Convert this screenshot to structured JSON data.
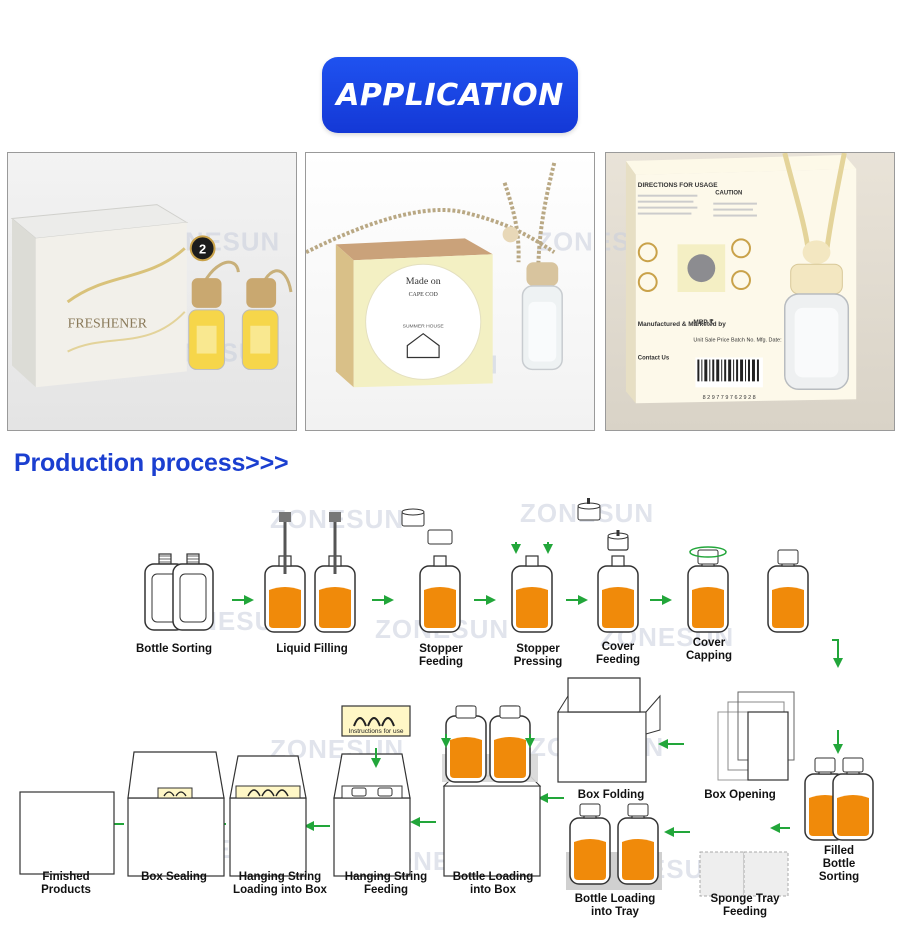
{
  "header": {
    "application_label": "APPLICATION"
  },
  "photos": [
    {
      "box_text": "FRESHENER",
      "badge": "2"
    },
    {
      "label_main": "Made on",
      "label_sub": "CAPE COD",
      "label_house": "SUMMER HOUSE"
    },
    {
      "directions_title": "DIRECTIONS FOR USAGE",
      "caution_title": "CAUTION",
      "manufactured": "Manufactured &\nMarketed by",
      "mrp": "MRP ₹",
      "unit_price": "Unit Sale Price\nBatch No.\nMfg. Date:",
      "contact": "Contact Us",
      "barcode_number": "8 2 9 7 7 9 7 6 2 9 2 8"
    }
  ],
  "watermark": "ZONESUN",
  "process": {
    "title": "Production process>>>",
    "instructions_text": "Instructions for use",
    "steps": [
      {
        "id": "bottle-sorting",
        "label": "Bottle Sorting"
      },
      {
        "id": "liquid-filling",
        "label": "Liquid Filling"
      },
      {
        "id": "stopper-feeding",
        "label": "Stopper\nFeeding"
      },
      {
        "id": "stopper-pressing",
        "label": "Stopper\nPressing"
      },
      {
        "id": "cover-feeding",
        "label": "Cover\nFeeding"
      },
      {
        "id": "cover-capping",
        "label": "Cover\nCapping"
      },
      {
        "id": "filled-bottle-sorting",
        "label": "Filled Bottle\nSorting"
      },
      {
        "id": "box-opening",
        "label": "Box Opening"
      },
      {
        "id": "box-folding",
        "label": "Box Folding"
      },
      {
        "id": "bottle-loading-into-box",
        "label": "Bottle Loading\ninto Box"
      },
      {
        "id": "sponge-tray-feeding",
        "label": "Sponge Tray\nFeeding"
      },
      {
        "id": "bottle-loading-into-tray",
        "label": "Bottle Loading\ninto Tray"
      },
      {
        "id": "hanging-string-feeding",
        "label": "Hanging String\nFeeding"
      },
      {
        "id": "hanging-string-loading",
        "label": "Hanging String\nLoading into Box"
      },
      {
        "id": "box-sealing",
        "label": "Box Sealing"
      },
      {
        "id": "finished-products",
        "label": "Finished\nProducts"
      }
    ]
  },
  "colors": {
    "accent": "#1b3fd0",
    "badge": "#1f4ae8",
    "liquid": "#f08a0a",
    "arrow": "#22a63a"
  }
}
